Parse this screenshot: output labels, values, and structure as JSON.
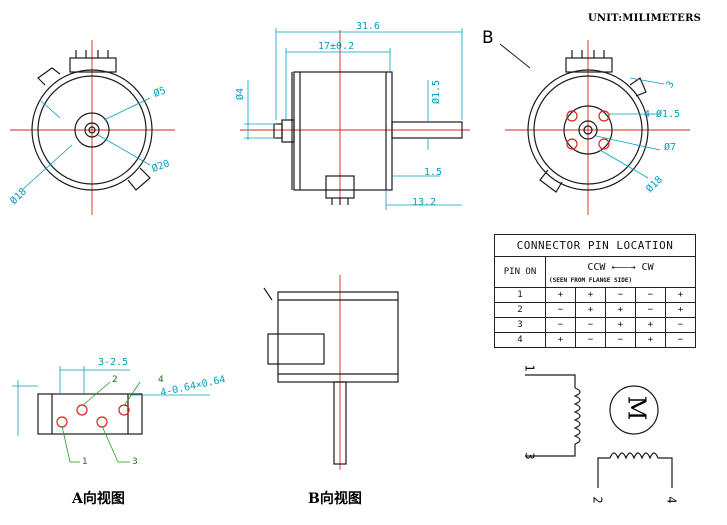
{
  "unit_label": "UNIT:MILIMETERS",
  "view_b_marker": "B",
  "front_view": {
    "dims": [
      "Ø5",
      "Ø20",
      "Ø18"
    ]
  },
  "side_view": {
    "dims": [
      "31.6",
      "17±0.2",
      "Ø4",
      "Ø1.5",
      "1.5",
      "13.2"
    ]
  },
  "rear_view": {
    "dims": [
      "3",
      "4-Ø1.5",
      "Ø7",
      "Ø18"
    ]
  },
  "view_a": {
    "caption": "A向视图",
    "pitch": "3-2.5",
    "pin_size": "4-0.64×0.64",
    "pin_numbers": [
      "1",
      "2",
      "3",
      "4"
    ]
  },
  "view_b": {
    "caption": "B向视图"
  },
  "table": {
    "title": "CONNECTOR PIN LOCATION",
    "pin_on": "PIN ON",
    "direction": "CCW ←——→ CW",
    "seen": "(SEEN FROM FLANGE SIDE)",
    "rows": [
      {
        "pin": "1",
        "cells": [
          "+",
          "+",
          "−",
          "−",
          "+"
        ]
      },
      {
        "pin": "2",
        "cells": [
          "−",
          "+",
          "+",
          "−",
          "+"
        ]
      },
      {
        "pin": "3",
        "cells": [
          "−",
          "−",
          "+",
          "+",
          "−"
        ]
      },
      {
        "pin": "4",
        "cells": [
          "+",
          "−",
          "−",
          "+",
          "−"
        ]
      }
    ]
  },
  "schematic": {
    "motor_symbol": "M",
    "terminals": [
      "1",
      "3",
      "2",
      "4"
    ]
  }
}
